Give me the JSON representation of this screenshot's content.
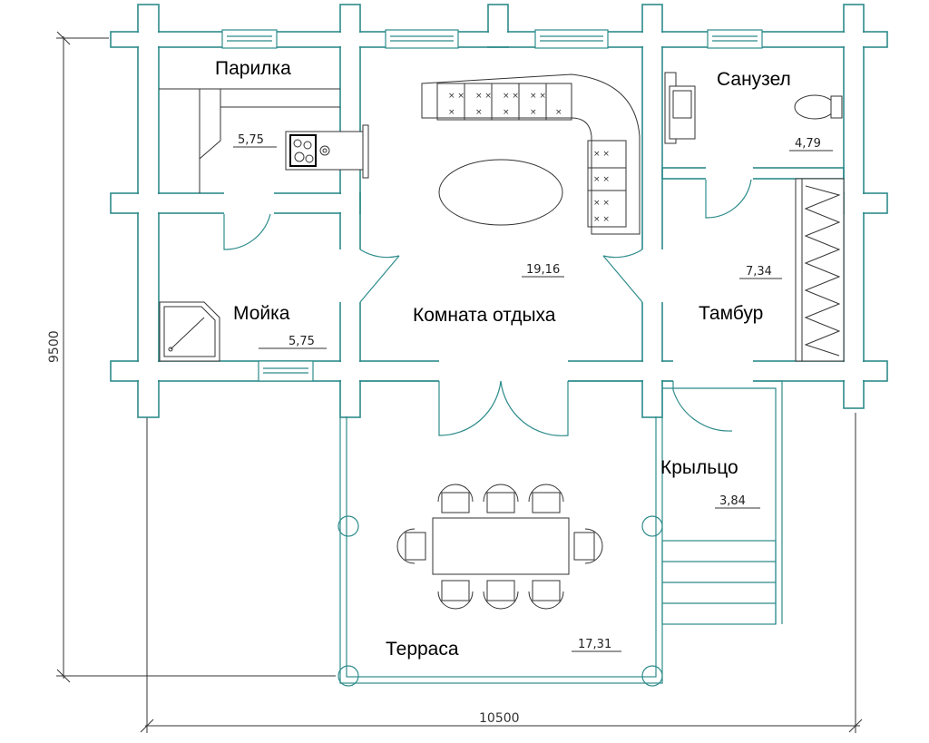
{
  "rooms": [
    {
      "name": "Парилка",
      "area": "5,75"
    },
    {
      "name": "Мойка",
      "area": "5,75"
    },
    {
      "name": "Комната отдыха",
      "area": "19,16"
    },
    {
      "name": "Санузел",
      "area": "4,79"
    },
    {
      "name": "Тамбур",
      "area": "7,34"
    },
    {
      "name": "Крыльцо",
      "area": "3,84"
    },
    {
      "name": "Терраса",
      "area": "17,31"
    }
  ],
  "dimensions": {
    "height": "9500",
    "width": "10500"
  },
  "colors": {
    "walls": "#2e8b8b",
    "furniture": "#333333"
  }
}
